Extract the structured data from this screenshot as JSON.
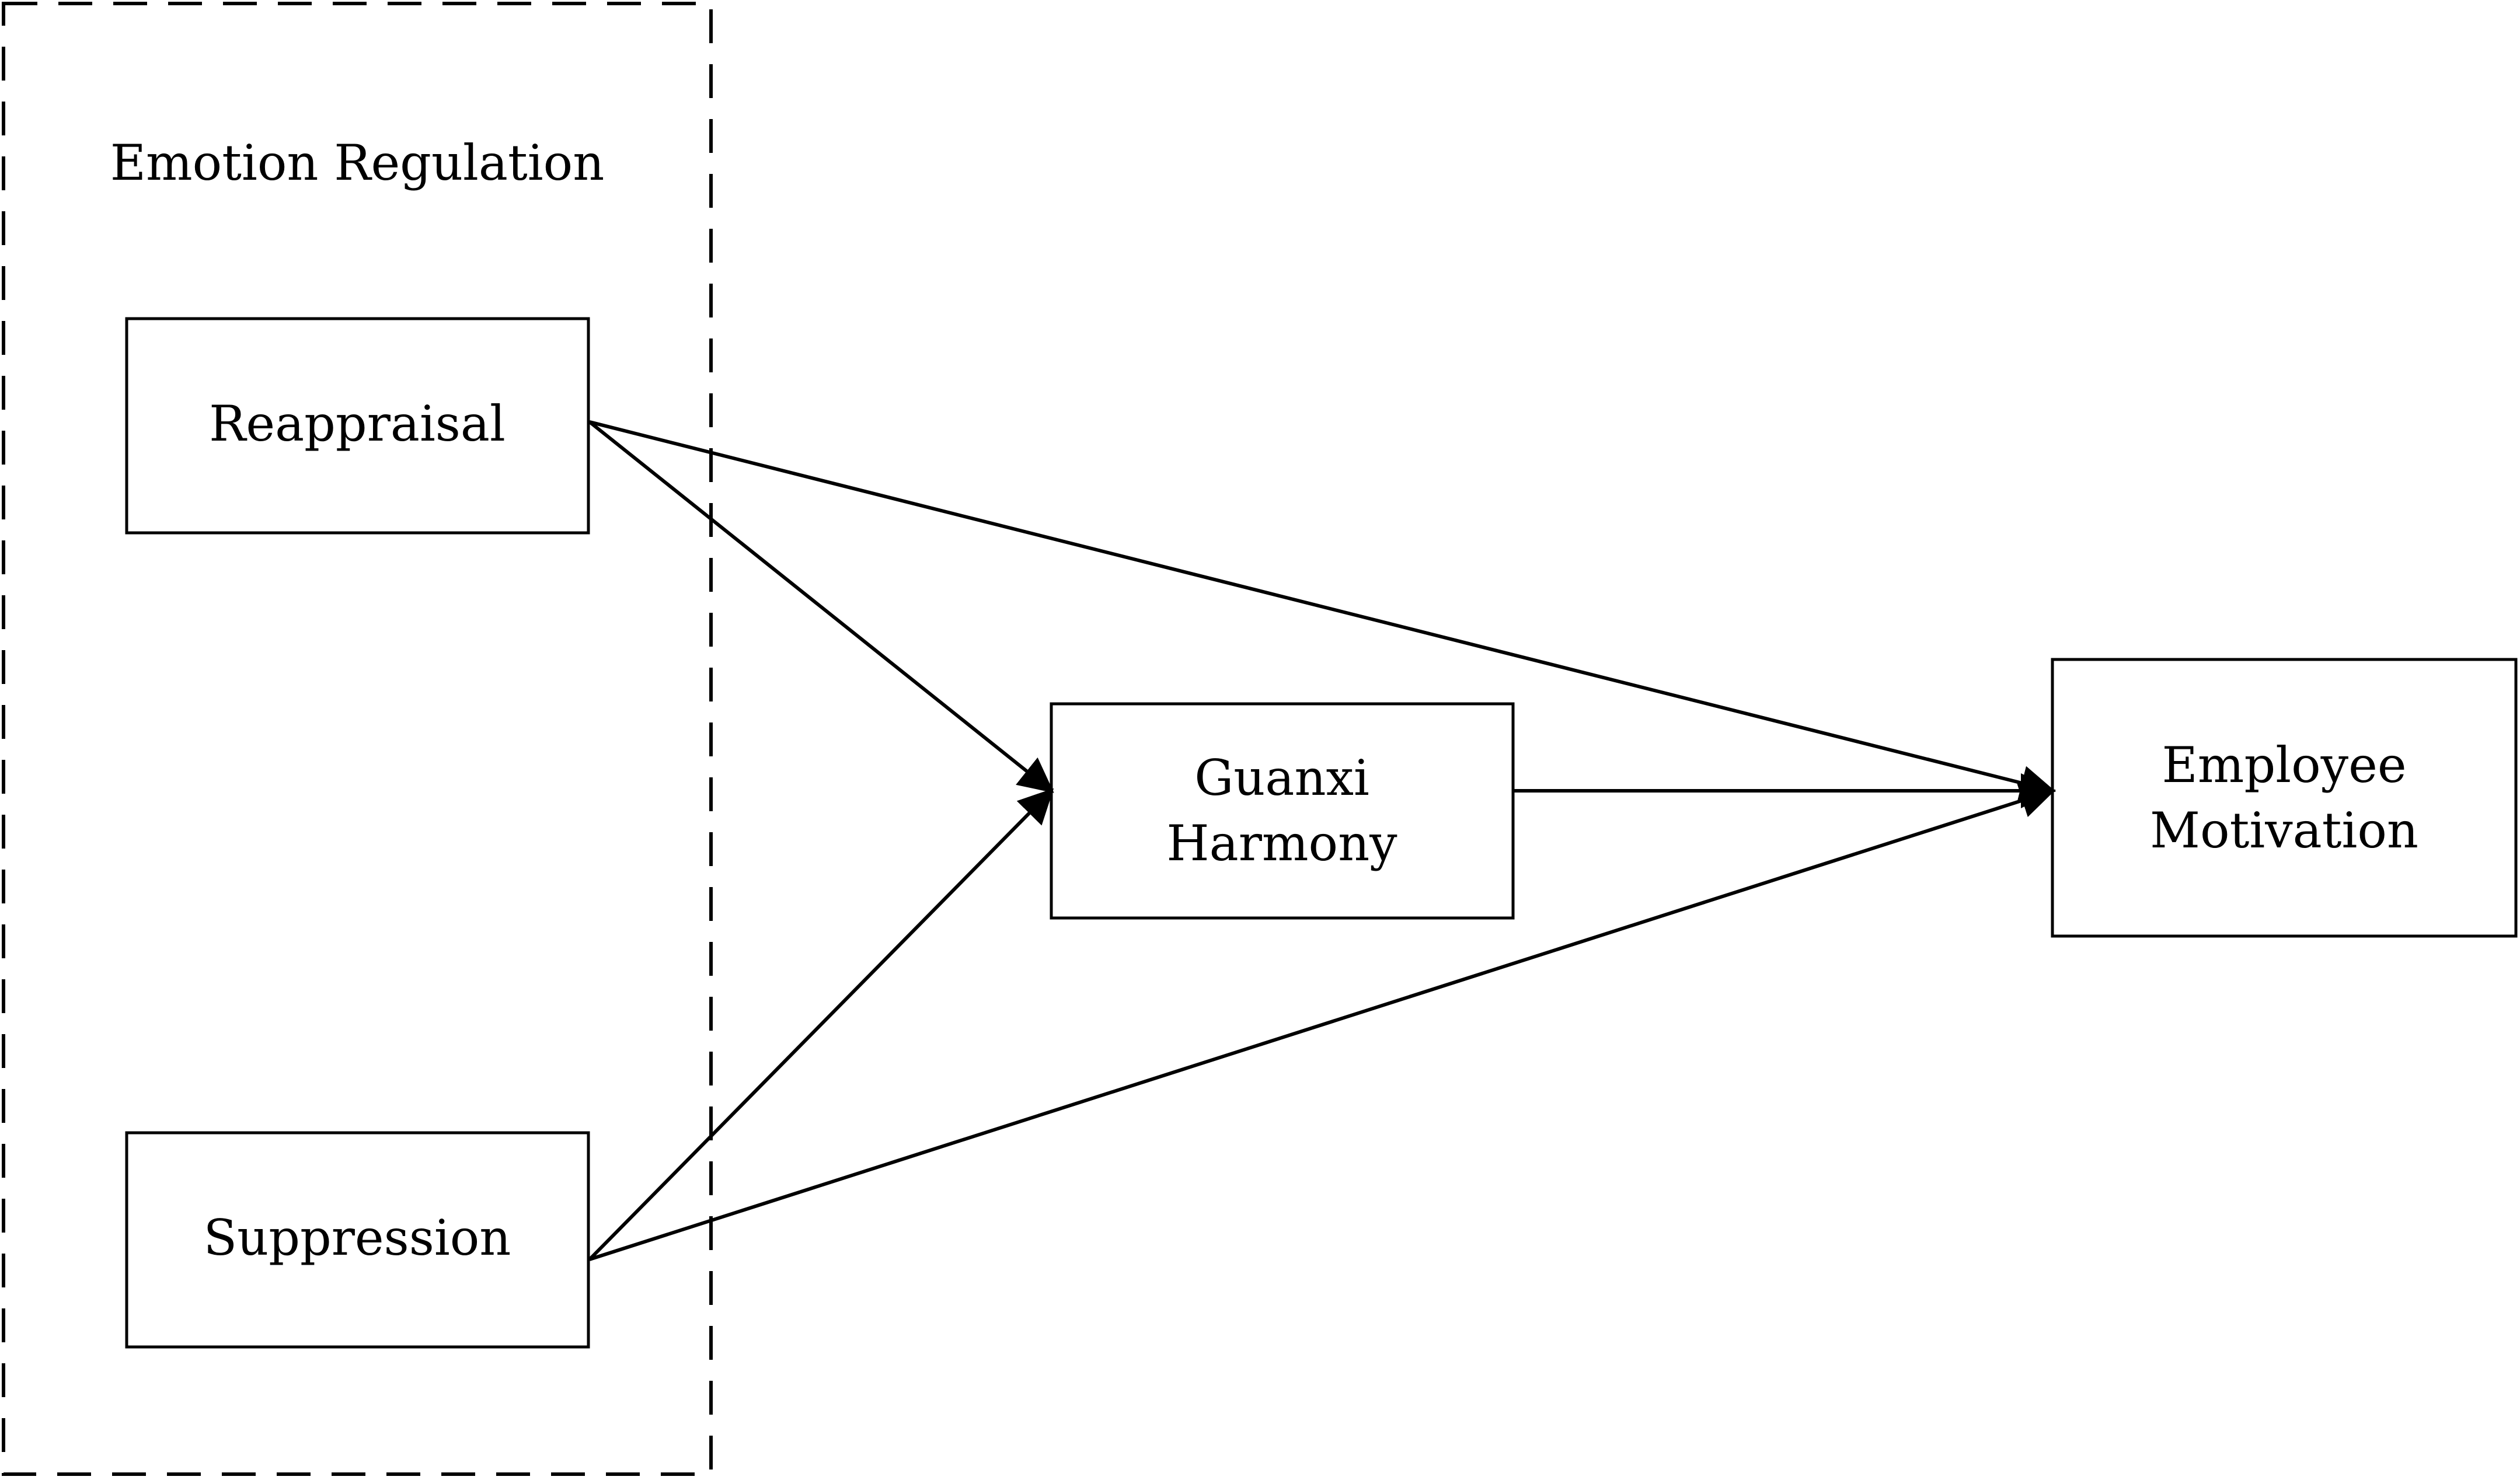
{
  "group": {
    "label": "Emotion Regulation"
  },
  "nodes": {
    "reappraisal": {
      "label": "Reappraisal"
    },
    "suppression": {
      "label": "Suppression"
    },
    "guanxi_harmony": {
      "line1": "Guanxi",
      "line2": "Harmony"
    },
    "employee_motivation": {
      "line1": "Employee",
      "line2": "Motivation"
    }
  },
  "colors": {
    "stroke": "#000000",
    "background": "#ffffff"
  }
}
